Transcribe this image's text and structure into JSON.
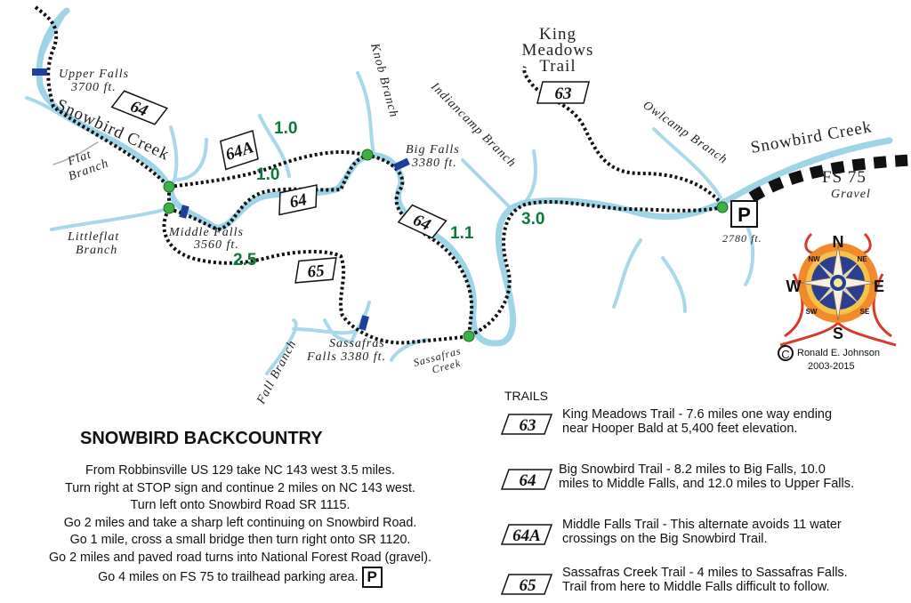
{
  "map": {
    "creek_labels": {
      "main_west": "Snowbird Creek",
      "main_east": "Snowbird Creek"
    },
    "branch_labels": {
      "flat": [
        "Flat",
        "Branch"
      ],
      "littleflat": [
        "Littleflat",
        "Branch"
      ],
      "knob": "Knob Branch",
      "indiancamp": "Indiancamp Branch",
      "owlcamp": "Owlcamp Branch",
      "fall": "Fall Branch",
      "sassafras": [
        "Sassafras",
        "Creek"
      ]
    },
    "falls": {
      "upper": [
        "Upper Falls",
        "3700 ft."
      ],
      "middle": [
        "Middle Falls",
        "3560 ft."
      ],
      "big": [
        "Big Falls",
        "3380 ft."
      ],
      "sassafras": [
        "Sassafras",
        "Falls 3380 ft."
      ]
    },
    "king_meadows": [
      "King",
      "Meadows",
      "Trail"
    ],
    "shields": {
      "s64_upper": "64",
      "s64a": "64A",
      "s64_mid": "64",
      "s64_east": "64",
      "s65": "65",
      "s63": "63"
    },
    "mileages": {
      "m64a": "1.0",
      "m64": "1.0",
      "m65": "2.5",
      "m64e": "1.1",
      "m30": "3.0"
    },
    "parking": {
      "label": "P",
      "elevation": "2780 ft."
    },
    "road": {
      "name": "FS 75",
      "surface": "Gravel"
    },
    "compass": {
      "n": "N",
      "s": "S",
      "e": "E",
      "w": "W",
      "ne": "NE",
      "nw": "NW",
      "se": "SE",
      "sw": "SW"
    },
    "copyright": {
      "symbol": "C",
      "author": "Ronald E. Johnson",
      "years": "2003-2015"
    },
    "colors": {
      "creek": "#9fd3e6",
      "trail": "#111111",
      "junction": "#3cb043",
      "falls": "#1f3f9a",
      "mileage": "#0b7a3a"
    }
  },
  "title": "SNOWBIRD BACKCOUNTRY",
  "directions": [
    "From Robbinsville US 129 take NC 143 west 3.5 miles.",
    "Turn right at STOP sign and continue 2 miles on NC 143 west.",
    "Turn left onto Snowbird Road SR 1115.",
    "Go 2 miles and take a sharp left continuing on Snowbird Road.",
    "Go 1 mile, cross a small bridge then turn  right onto SR 1120.",
    "Go 2 miles and paved road turns into National Forest Road (gravel).",
    "Go 4 miles on FS 75 to trailhead parking area."
  ],
  "directions_parking": "P",
  "trails": {
    "heading": "TRAILS",
    "items": [
      {
        "number": "63",
        "lines": [
          "King Meadows Trail - 7.6 miles one way ending",
          "near Hooper Bald at 5,400 feet elevation."
        ]
      },
      {
        "number": "64",
        "lines": [
          "Big Snowbird Trail - 8.2 miles to Big Falls, 10.0",
          "miles to Middle Falls, and 12.0 miles to Upper Falls."
        ]
      },
      {
        "number": "64A",
        "lines": [
          "Middle Falls Trail - This alternate avoids 11 water",
          "crossings on the Big Snowbird Trail."
        ]
      },
      {
        "number": "65",
        "lines": [
          "Sassafras Creek Trail - 4 miles to Sassafras Falls.",
          "Trail from here to Middle Falls difficult to follow."
        ]
      }
    ]
  }
}
